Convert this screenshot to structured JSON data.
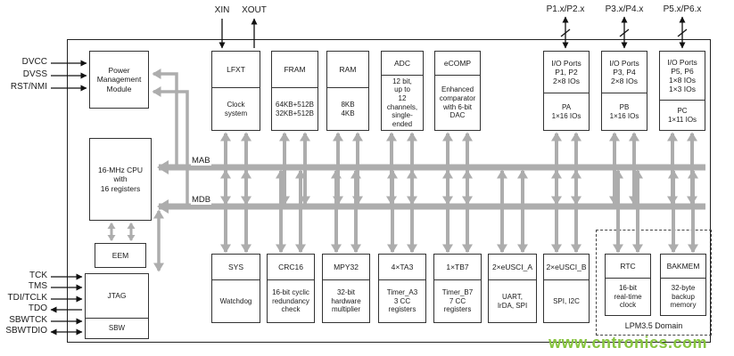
{
  "pins": {
    "xin": "XIN",
    "xout": "XOUT",
    "ports": [
      "P1.x/P2.x",
      "P3.x/P4.x",
      "P5.x/P6.x"
    ],
    "power": [
      "DVCC",
      "DVSS",
      "RST/NMI"
    ],
    "debug": [
      "TCK",
      "TMS",
      "TDI/TCLK",
      "TDO",
      "SBWTCK",
      "SBWTDIO"
    ]
  },
  "buses": {
    "mab": "MAB",
    "mdb": "MDB"
  },
  "domain": {
    "label": "LPM3.5 Domain"
  },
  "watermark": {
    "text": "www.cntronics.com"
  },
  "colors": {
    "arrow_gray": "#adadad",
    "watermark_green": "#86c43d",
    "block_border": "#333333"
  },
  "blocks": {
    "pmm": {
      "title": "Power\nManagement\nModule"
    },
    "lfxt": {
      "title": "LFXT",
      "sub": "Clock\nsystem"
    },
    "fram": {
      "title": "FRAM",
      "sub": "64KB+512B\n32KB+512B"
    },
    "ram": {
      "title": "RAM",
      "sub": "8KB\n4KB"
    },
    "adc": {
      "title": "ADC",
      "sub": "12 bit,\nup to\n12 channels,\nsingle-ended"
    },
    "ecomp": {
      "title": "eCOMP",
      "sub": "Enhanced\ncomparator\nwith 6-bit\nDAC"
    },
    "io12": {
      "title": "I/O Ports\nP1, P2\n2×8 IOs",
      "sub": "PA\n1×16 IOs"
    },
    "io34": {
      "title": "I/O Ports\nP3, P4\n2×8 IOs",
      "sub": "PB\n1×16 IOs"
    },
    "io56": {
      "title": "I/O Ports\nP5, P6\n1×8 IOs\n1×3 IOs",
      "sub": "PC\n1×11 IOs"
    },
    "cpu": {
      "title": "16-MHz CPU\nwith\n16 registers"
    },
    "eem": {
      "title": "EEM"
    },
    "jtag": {
      "title": "JTAG",
      "sub": "SBW"
    },
    "sys": {
      "title": "SYS",
      "sub": "Watchdog"
    },
    "crc16": {
      "title": "CRC16",
      "sub": "16-bit cyclic\nredundancy\ncheck"
    },
    "mpy32": {
      "title": "MPY32",
      "sub": "32-bit\nhardware\nmultiplier"
    },
    "ta3": {
      "title": "4×TA3",
      "sub": "Timer_A3\n3 CC\nregisters"
    },
    "tb7": {
      "title": "1×TB7",
      "sub": "Timer_B7\n7 CC\nregisters"
    },
    "euscia": {
      "title": "2×eUSCI_A",
      "sub": "UART,\nIrDA, SPI"
    },
    "euscib": {
      "title": "2×eUSCI_B",
      "sub": "SPI, I2C"
    },
    "rtc": {
      "title": "RTC",
      "sub": "16-bit\nreal-time\nclock"
    },
    "bakmem": {
      "title": "BAKMEM",
      "sub": "32-byte\nbackup\nmemory"
    }
  }
}
